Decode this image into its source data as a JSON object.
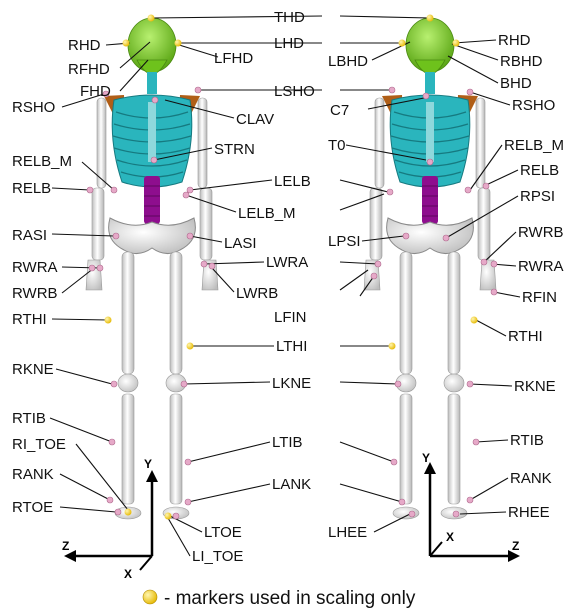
{
  "labels": {
    "THD": "THD",
    "LHD": "LHD",
    "RHD_front": "RHD",
    "RFHD": "RFHD",
    "FHD": "FHD",
    "LFHD": "LFHD",
    "RSHO_front": "RSHO",
    "LSHO": "LSHO",
    "CLAV": "CLAV",
    "STRN": "STRN",
    "RELB_M_front": "RELB_M",
    "RELB_front": "RELB",
    "LELB": "LELB",
    "LELB_M": "LELB_M",
    "RASI": "RASI",
    "LASI": "LASI",
    "RWRA_front": "RWRA",
    "RWRB_front": "RWRB",
    "LWRA": "LWRA",
    "LWRB": "LWRB",
    "LFIN": "LFIN",
    "RTHI_front": "RTHI",
    "LTHI": "LTHI",
    "RKNE_front": "RKNE",
    "LKNE": "LKNE",
    "RTIB_front": "RTIB",
    "LTIB": "LTIB",
    "RI_TOE": "RI_TOE",
    "RANK_front": "RANK",
    "LANK": "LANK",
    "RTOE": "RTOE",
    "LTOE": "LTOE",
    "LI_TOE": "LI_TOE",
    "LBHD": "LBHD",
    "RHD_back": "RHD",
    "RBHD": "RBHD",
    "BHD": "BHD",
    "C7": "C7",
    "RSHO_back": "RSHO",
    "T0": "T0",
    "RELB_M_back": "RELB_M",
    "RELB_back": "RELB",
    "RPSI": "RPSI",
    "LPSI": "LPSI",
    "RWRB_back": "RWRB",
    "RWRA_back": "RWRA",
    "RFIN": "RFIN",
    "RTHI_back": "RTHI",
    "RKNE_back": "RKNE",
    "RTIB_back": "RTIB",
    "RANK_back": "RANK",
    "RHEE": "RHEE",
    "LHEE": "LHEE"
  },
  "axes": {
    "front": {
      "y": "Y",
      "z": "Z",
      "x": "X"
    },
    "back": {
      "y": "Y",
      "x": "X",
      "z": "Z"
    }
  },
  "legend": {
    "text": "- markers used in scaling only"
  },
  "colors": {
    "skull": "#7fd321",
    "ribcage": "#2ab5bd",
    "spine": "#8e0e8e",
    "scapula": "#b05e17",
    "bone": "#e4e4e4",
    "marker": "#e6a9c8",
    "scaling_marker": "#f5d630"
  }
}
